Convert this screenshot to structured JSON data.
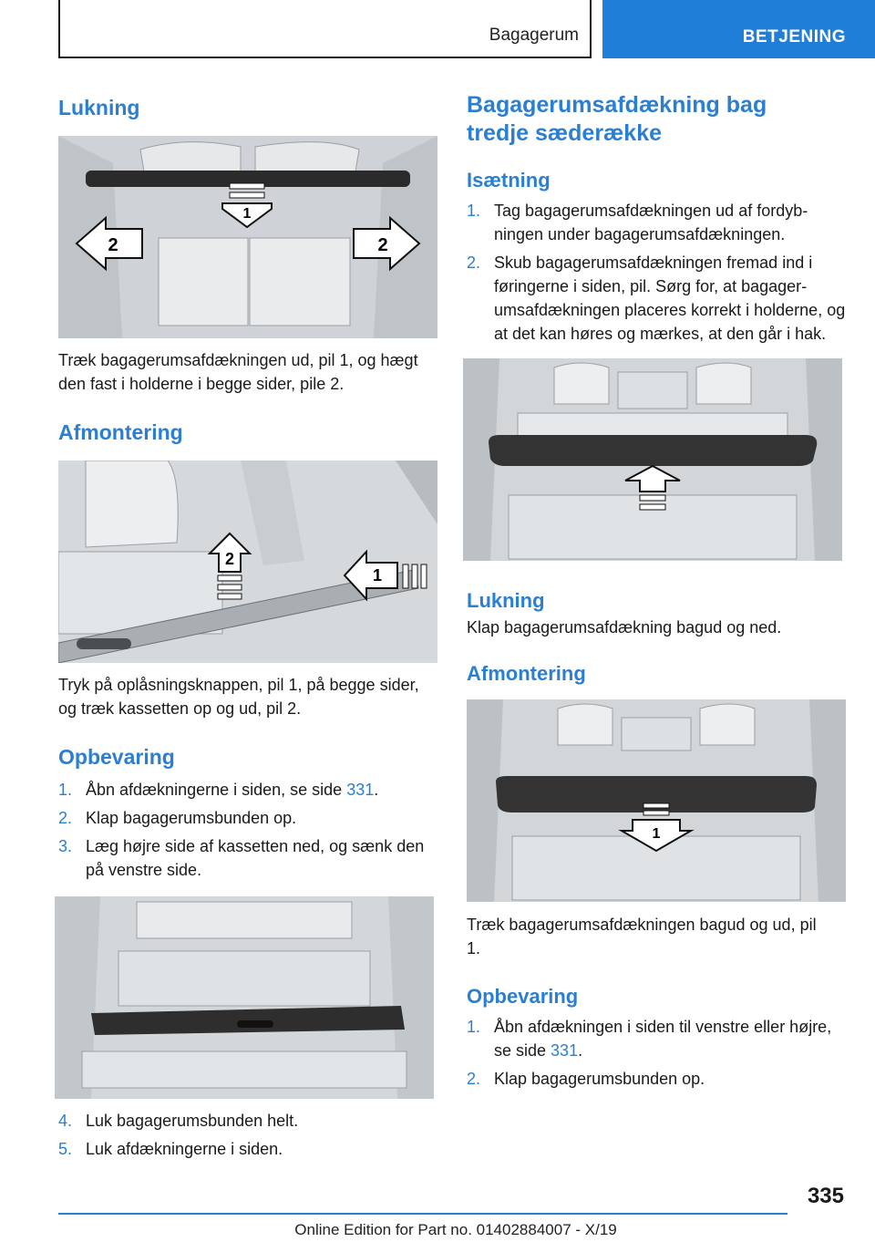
{
  "header": {
    "section": "Bagagerum",
    "chapter": "BETJENING"
  },
  "left": {
    "h_lukning": "Lukning",
    "lukning_caption": "Træk bagagerumsafdækningen ud, pil 1, og hægt den fast i holderne i begge sider, pile 2.",
    "h_afmontering": "Afmontering",
    "afmontering_caption": "Tryk på oplåsningsknappen, pil 1, på begge si­der, og træk kassetten op og ud, pil 2.",
    "h_opbevaring": "Opbevaring",
    "steps": [
      {
        "num": "1.",
        "text": "Åbn afdækningerne i siden, se side ",
        "link": "331",
        "after": "."
      },
      {
        "num": "2.",
        "text": "Klap bagagerumsbunden op."
      },
      {
        "num": "3.",
        "text": "Læg højre side af kassetten ned, og sænk den på venstre side."
      },
      {
        "num": "4.",
        "text": "Luk bagagerumsbunden helt."
      },
      {
        "num": "5.",
        "text": "Luk afdækningerne i siden."
      }
    ]
  },
  "right": {
    "title": "Bagagerumsafdækning bag tredje sæderække",
    "h_isaetning": "Isætning",
    "isaetning_steps": [
      {
        "num": "1.",
        "text": "Tag bagagerumsafdækningen ud af fordyb­ningen under bagagerumsafdækningen."
      },
      {
        "num": "2.",
        "text": "Skub bagagerumsafdækningen fremad ind i føringerne i siden, pil. Sørg for, at bagager­umsafdækningen placeres korrekt i holderne, og at det kan høres og mærkes, at den går i hak."
      }
    ],
    "h_lukning": "Lukning",
    "lukning_text": "Klap bagagerumsafdækning bagud og ned.",
    "h_afmontering": "Afmontering",
    "afmontering_caption": "Træk bagagerumsafdækningen bagud og ud, pil 1.",
    "h_opbevaring": "Opbevaring",
    "opbevaring_steps": [
      {
        "num": "1.",
        "text": "Åbn afdækningen i siden til venstre eller højre, se side ",
        "link": "331",
        "after": "."
      },
      {
        "num": "2.",
        "text": "Klap bagagerumsbunden op."
      }
    ]
  },
  "figures": {
    "fig1": {
      "labels": [
        "1",
        "2",
        "2"
      ]
    },
    "fig2": {
      "labels": [
        "2",
        "1"
      ]
    },
    "fig5": {
      "labels": [
        "1"
      ]
    }
  },
  "footer": {
    "page_number": "335",
    "edition": "Online Edition for Part no. 01402884007 - X/19"
  }
}
